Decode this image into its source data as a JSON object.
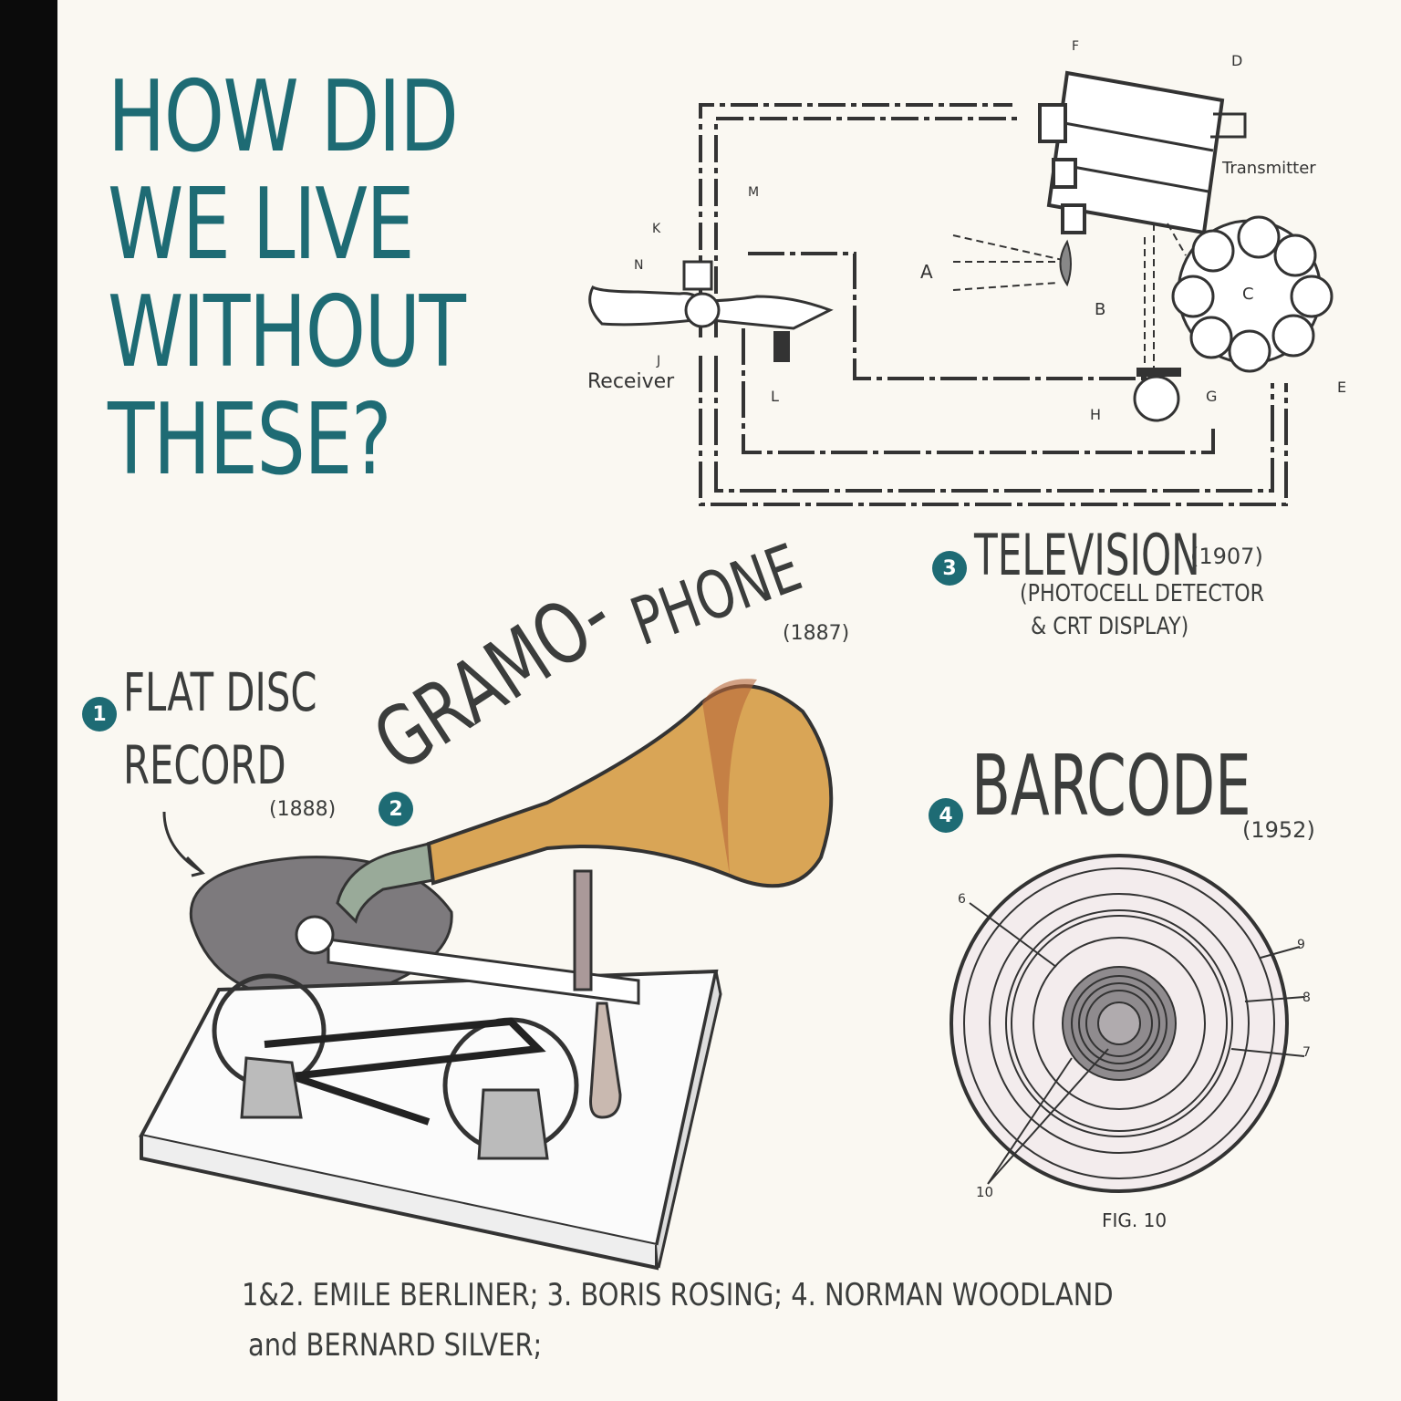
{
  "title_lines": [
    "HOW DID",
    "WE LIVE",
    "WITHOUT",
    "THESE?"
  ],
  "colors": {
    "accent": "#1e6b74",
    "ink": "#3b3d3c",
    "horn": "#d9a556",
    "disc": "#7d7a7d",
    "background": "#faf8f2"
  },
  "items": [
    {
      "number": "1",
      "name_line1": "FLAT DISC",
      "name_line2": "RECORD",
      "year": "(1888)"
    },
    {
      "number": "2",
      "name_part1": "GRAMO-",
      "name_part2": "PHONE",
      "year": "(1887)"
    },
    {
      "number": "3",
      "name": "TELEVISION",
      "year": "(1907)",
      "note_line1": "(PHOTOCELL DETECTOR",
      "note_line2": "& CRT DISPLAY)"
    },
    {
      "number": "4",
      "name": "BARCODE",
      "year": "(1952)"
    }
  ],
  "tv_diagram": {
    "receiver_label": "Receiver",
    "transmitter_label": "Transmitter",
    "letters": {
      "a": "A",
      "b": "B",
      "c": "C",
      "d": "D",
      "e": "E",
      "f": "F",
      "g": "G",
      "h": "H",
      "j": "J",
      "k": "K",
      "l": "L",
      "m": "M",
      "n": "N"
    }
  },
  "barcode_figure": {
    "caption": "FIG. 10",
    "labels": {
      "six": "6",
      "seven": "7",
      "eight": "8",
      "nine": "9",
      "ten": "10"
    }
  },
  "credits": {
    "line1": "1&2. EMILE BERLINER; 3. BORIS ROSING; 4. NORMAN WOODLAND",
    "line2": "and BERNARD SILVER;"
  }
}
